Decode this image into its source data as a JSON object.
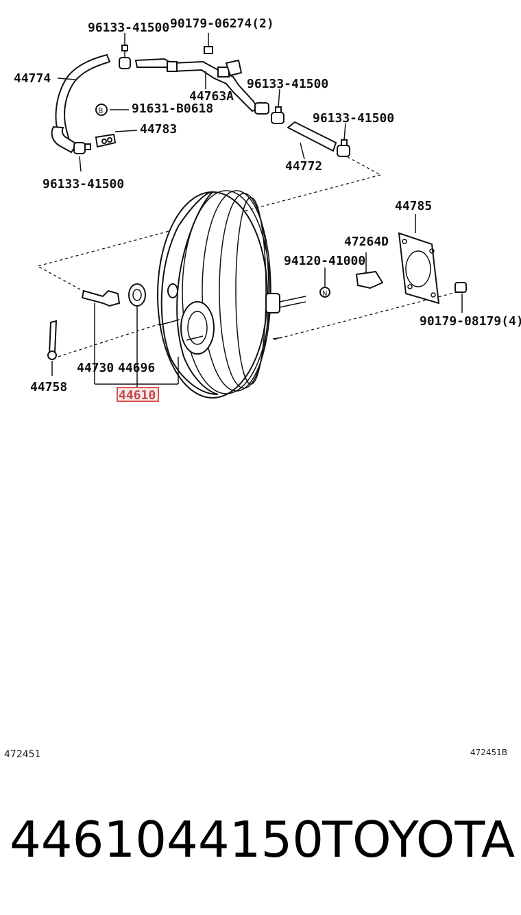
{
  "parts": {
    "p96133_1": "96133-41500",
    "p90179_06274": "90179-06274(2)",
    "p44774": "44774",
    "p44763A": "44763A",
    "p96133_2": "96133-41500",
    "p91631": "91631-B0618",
    "p44783": "44783",
    "p96133_3": "96133-41500",
    "p44772": "44772",
    "p96133_4": "96133-41500",
    "p44785": "44785",
    "p47264D": "47264D",
    "p94120": "94120-41000",
    "p90179_08179": "90179-08179(4)",
    "p44730": "44730",
    "p44696": "44696",
    "p44758": "44758",
    "p44610": "44610"
  },
  "markers": {
    "b": "B",
    "n": "N"
  },
  "codes": {
    "left": "472451",
    "right": "472451B"
  },
  "footer": {
    "part_number": "4461044150",
    "brand": "TOYOTA"
  },
  "colors": {
    "highlight": "#e05050",
    "line": "#111111"
  }
}
